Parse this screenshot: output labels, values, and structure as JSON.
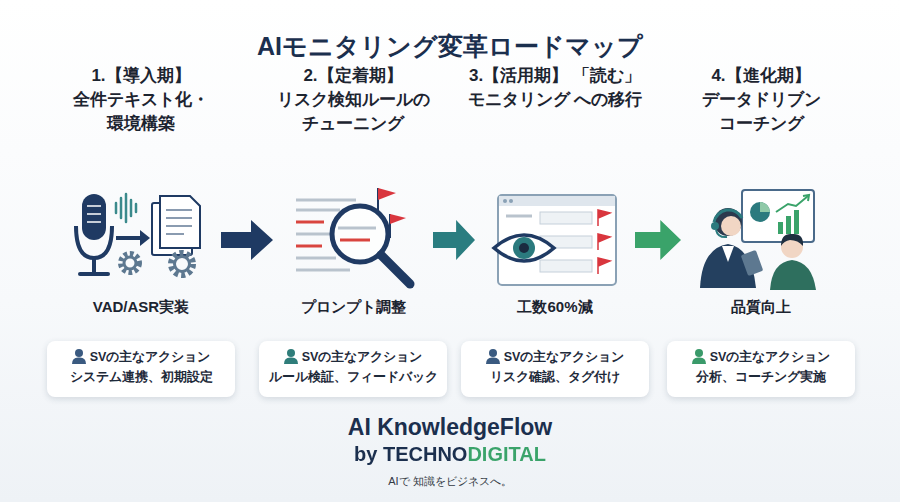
{
  "diagram": {
    "title": "AIモニタリング変革ロードマップ",
    "nodes": [
      {
        "text": [
          "1.【導入期】 全件テキスト化・ 環境構築",
          "VAD/ASR実装"
        ]
      },
      {
        "text": [
          "2.【定着期】 リスク検知ルールの チューニング",
          "プロンプト調整"
        ]
      },
      {
        "text": [
          "3.【活用期】 「読む」モニタリング への移行",
          "工数60%減"
        ]
      },
      {
        "text": [
          "4.【進化期】 データドリブン コーチング",
          "品質向上"
        ]
      },
      {
        "text": [
          "SVの主なアクション",
          "システム連携、初期設定"
        ]
      },
      {
        "text": [
          "SVの主なアクション",
          "ルール検証、フィードバック"
        ]
      },
      {
        "text": [
          "SVの主なアクション",
          "リスク確認、タグ付け"
        ]
      },
      {
        "text": [
          "SVの主なアクション",
          "分析、コーチング実施"
        ]
      }
    ],
    "edges": [
      {
        "from": 0,
        "to": 1,
        "arrow": "to"
      },
      {
        "from": 1,
        "to": 2,
        "arrow": "to"
      },
      {
        "from": 2,
        "to": 3,
        "arrow": "to"
      }
    ],
    "labels": [
      "AI KnowledgeFlow",
      "by TECHNODIGITAL",
      "AIで 知識をビジネスへ。"
    ]
  }
}
